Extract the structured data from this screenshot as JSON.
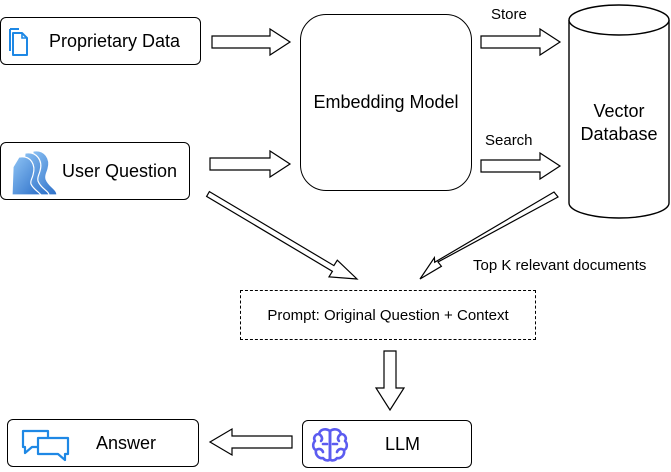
{
  "nodes": {
    "proprietary_data": "Proprietary Data",
    "user_question": "User Question",
    "embedding_model": "Embedding Model",
    "vector_database_line1": "Vector",
    "vector_database_line2": "Database",
    "prompt": "Prompt: Original Question + Context",
    "llm": "LLM",
    "answer": "Answer"
  },
  "edge_labels": {
    "store": "Store",
    "search": "Search",
    "top_k": "Top K relevant documents"
  },
  "icons": {
    "proprietary_data": "document-icon",
    "user_question": "users-icon",
    "llm": "brain-icon",
    "answer": "chat-bubbles-icon"
  },
  "colors": {
    "accent_blue": "#1e88e5",
    "brain_purple": "#5b5bf0"
  }
}
